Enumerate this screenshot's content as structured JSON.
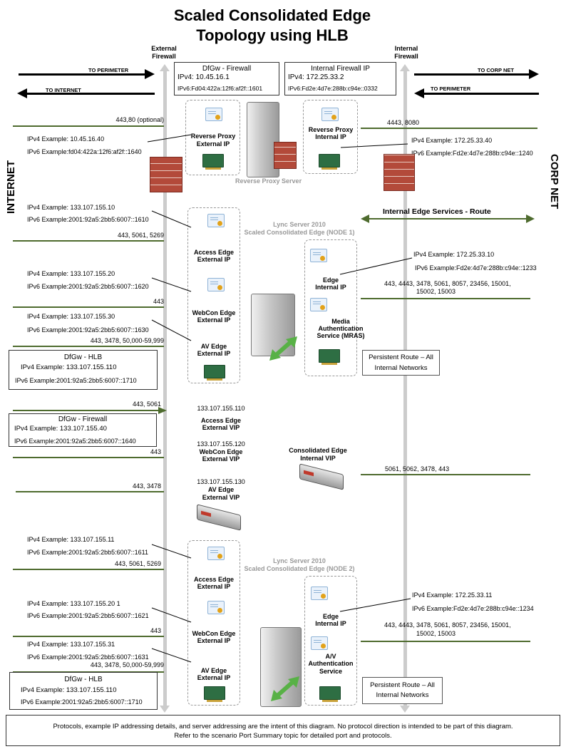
{
  "title": {
    "line1": "Scaled Consolidated Edge",
    "line2": "Topology using HLB"
  },
  "side_labels": {
    "left": "INTERNET",
    "right": "CORP NET"
  },
  "firewalls": {
    "external": [
      "External",
      "Firewall"
    ],
    "internal": [
      "Internal",
      "Firewall"
    ]
  },
  "arrows": {
    "to_perimeter_left": "TO PERIMETER",
    "to_internet": "TO INTERNET",
    "to_corp_net": "TO CORP NET",
    "to_perimeter_right": "TO PERIMETER"
  },
  "dfgw_firewall_top": {
    "title": "DfGw - Firewall",
    "ipv4": "IPv4: 10.45.16.1",
    "ipv6": "IPv6:Fd04:422a:12f6:af2f::1601"
  },
  "internal_firewall_ip": {
    "title": "Internal Firewall IP",
    "ipv4": "IPv4: 172.25.33.2",
    "ipv6": "IPv6:Fd2e:4d7e:288b:c94e::0332"
  },
  "reverse_proxy": {
    "ext_ports": "443,80 (optional)",
    "ext_ipv4": "IPv4 Example: 10.45.16.40",
    "ext_ipv6": "IPv6 Example:fd04:422a:12f6:af2f::1640",
    "ext_label": [
      "Reverse Proxy",
      "External IP"
    ],
    "int_ports": "4443, 8080",
    "int_ipv4": "IPv4 Example: 172.25.33.40",
    "int_ipv6": "IPv6 Example:Fd2e:4d7e:288b:c94e::1240",
    "int_label": [
      "Reverse Proxy",
      "Internal IP"
    ],
    "server_label": "Reverse Proxy Server"
  },
  "internal_edge_route": "Internal Edge Services - Route",
  "node1": {
    "caption": [
      "Lync Server 2010",
      "Scaled Consolidated Edge (NODE 1)"
    ],
    "access": {
      "ipv4": "IPv4 Example: 133.107.155.10",
      "ipv6": "IPv6 Example:2001:92a5:2bb5:6007::1610",
      "ports": "443, 5061, 5269",
      "label": [
        "Access Edge",
        "External IP"
      ]
    },
    "webcon": {
      "ipv4": "IPv4 Example: 133.107.155.20",
      "ipv6": "IPv6 Example:2001:92a5:2bb5:6007::1620",
      "ports": "443",
      "label": [
        "WebCon Edge",
        "External IP"
      ]
    },
    "av": {
      "ipv4": "IPv4 Example: 133.107.155.30",
      "ipv6": "IPv6 Example:2001:92a5:2bb5:6007::1630",
      "ports": "443, 3478, 50,000-59,999",
      "label": [
        "AV Edge",
        "External IP"
      ]
    },
    "edge_internal": {
      "label": [
        "Edge",
        "Internal IP"
      ],
      "ipv4": "IPv4 Example: 172.25.33.10",
      "ipv6": "IPv6 Example:Fd2e:4d7e:288b:c94e::1233",
      "ports": [
        "443, 4443, 3478, 5061, 8057, 23456, 15001,",
        "15002, 15003"
      ]
    },
    "mras": [
      "Media",
      "Authentication",
      "Service (MRAS)"
    ],
    "persistent_route": [
      "Persistent Route – All",
      "Internal Networks"
    ],
    "dfgw_hlb": {
      "title": "DfGw - HLB",
      "ipv4": "IPv4 Example: 133.107.155.110",
      "ipv6": "IPv6 Example:2001:92a5:2bb5:6007::1710"
    }
  },
  "hlb": {
    "access_ports": "443, 5061",
    "access_vip": [
      "133.107.155.110",
      "Access Edge",
      "External VIP"
    ],
    "dfgw_firewall": {
      "title": "DfGw - Firewall",
      "ipv4": "IPv4 Example: 133.107.155.40",
      "ipv6": "IPv6 Example:2001:92a5:2bb5:6007::1640"
    },
    "webcon_ports": "443",
    "webcon_vip": [
      "133.107.155.120",
      "WebCon Edge",
      "External VIP"
    ],
    "internal_vip": [
      "Consolidated Edge",
      "Internal VIP"
    ],
    "internal_ports": "5061, 5062, 3478, 443",
    "av_ports": "443, 3478",
    "av_vip": [
      "133.107.155.130",
      "AV Edge",
      "External VIP"
    ]
  },
  "node2": {
    "caption": [
      "Lync Server 2010",
      "Scaled Consolidated Edge (NODE 2)"
    ],
    "access": {
      "ipv4": "IPv4 Example: 133.107.155.11",
      "ipv6": "IPv6 Example:2001:92a5:2bb5:6007::1611",
      "ports": "443, 5061, 5269",
      "label": [
        "Access Edge",
        "External IP"
      ]
    },
    "webcon": {
      "ipv4": "IPv4 Example: 133.107.155.20 1",
      "ipv6": "IPv6 Example:2001:92a5:2bb5:6007::1621",
      "ports": "443",
      "label": [
        "WebCon Edge",
        "External IP"
      ]
    },
    "av": {
      "ipv4": "IPv4 Example: 133.107.155.31",
      "ipv6": "IPv6 Example:2001:92a5:2bb5:6007::1631",
      "ports": "443, 3478, 50,000-59,999",
      "label": [
        "AV Edge",
        "External IP"
      ]
    },
    "edge_internal": {
      "label": [
        "Edge",
        "Internal IP"
      ],
      "ipv4": "IPv4 Example: 172.25.33.11",
      "ipv6": "IPv6 Example:Fd2e:4d7e:288b:c94e::1234",
      "ports": [
        "443, 4443, 3478, 5061, 8057, 23456, 15001,",
        "15002, 15003"
      ]
    },
    "avauth": [
      "A/V",
      "Authentication",
      "Service"
    ],
    "persistent_route": [
      "Persistent Route – All",
      "Internal Networks"
    ],
    "dfgw_hlb": {
      "title": "DfGw - HLB",
      "ipv4": "IPv4 Example: 133.107.155.110",
      "ipv6": "IPv6 Example:2001:92a5:2bb5:6007::1710"
    }
  },
  "footnote": [
    "Protocols, example IP addressing details, and server addressing are the intent of this diagram. No protocol direction is intended to be part of this diagram.",
    "Refer to the scenario Port Summary topic for detailed port and protocols."
  ]
}
